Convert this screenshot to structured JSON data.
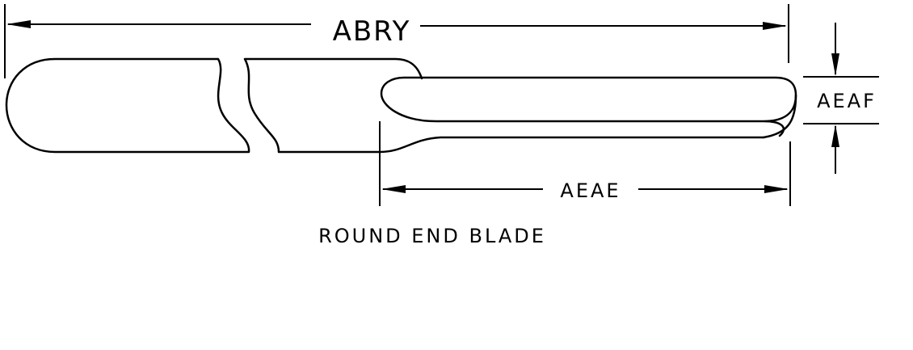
{
  "diagram": {
    "caption": "ROUND END BLADE",
    "dimensions": {
      "overall_length": "ABRY",
      "blade_length": "AEAE",
      "blade_height": "AEAF"
    }
  },
  "colors": {
    "line": "#000000",
    "background": "#ffffff"
  }
}
